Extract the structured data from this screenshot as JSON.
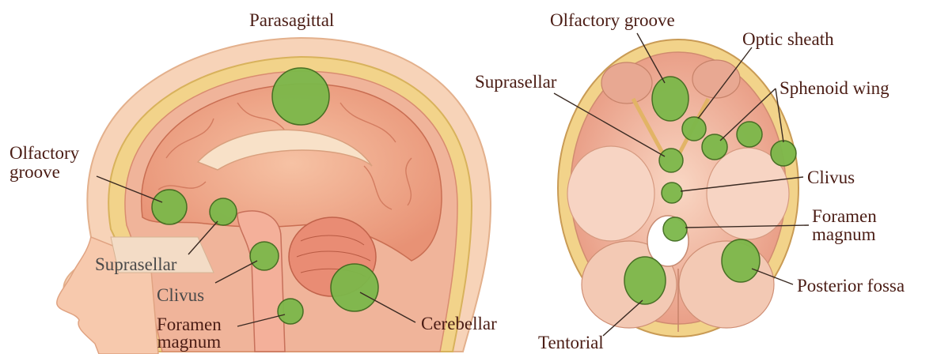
{
  "sagittal": {
    "labels": {
      "parasagittal": "Parasagittal",
      "olfactory_groove": "Olfactory\ngroove",
      "suprasellar": "Suprasellar",
      "clivus": "Clivus",
      "foramen_magnum": "Foramen\nmagnum",
      "cerebellar": "Cerebellar"
    }
  },
  "axial": {
    "labels": {
      "olfactory_groove": "Olfactory groove",
      "optic_sheath": "Optic sheath",
      "suprasellar": "Suprasellar",
      "sphenoid_wing": "Sphenoid wing",
      "clivus": "Clivus",
      "foramen_magnum": "Foramen\nmagnum",
      "posterior_fossa": "Posterior fossa",
      "tentorial": "Tentorial"
    }
  },
  "colors": {
    "tumor": "#7cb84a",
    "label_text": "#4a1c14"
  }
}
